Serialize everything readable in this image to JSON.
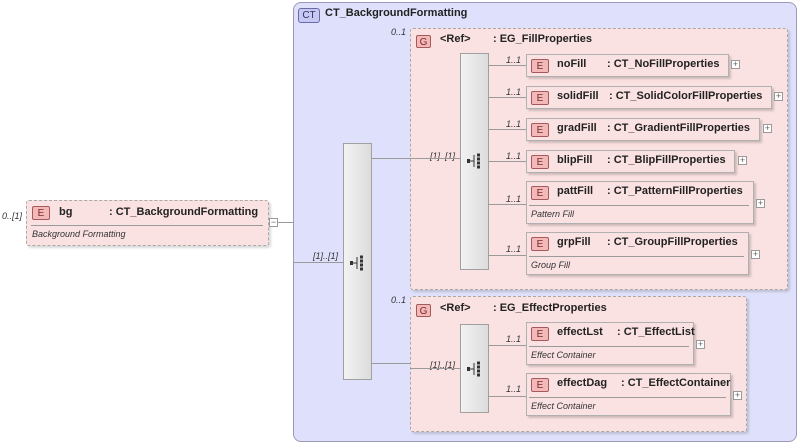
{
  "root": {
    "badge": "E",
    "name": "bg",
    "type": ": CT_BackgroundFormatting",
    "description": "Background Formatting",
    "multiplicity": "0..[1]",
    "expander": "−"
  },
  "complex_type": {
    "badge": "CT",
    "title": "CT_BackgroundFormatting",
    "sequence_multiplicity": "[1]..[1]"
  },
  "fill_group": {
    "badge": "G",
    "ref": "<Ref>",
    "name": ": EG_FillProperties",
    "multiplicity": "0..1",
    "sequence_multiplicity": "[1]..[1]",
    "elements": [
      {
        "badge": "E",
        "name": "noFill",
        "type": ": CT_NoFillProperties",
        "multiplicity": "1..1",
        "description": "",
        "expander": "+"
      },
      {
        "badge": "E",
        "name": "solidFill",
        "type": ": CT_SolidColorFillProperties",
        "multiplicity": "1..1",
        "description": "",
        "expander": "+"
      },
      {
        "badge": "E",
        "name": "gradFill",
        "type": ": CT_GradientFillProperties",
        "multiplicity": "1..1",
        "description": "",
        "expander": "+"
      },
      {
        "badge": "E",
        "name": "blipFill",
        "type": ": CT_BlipFillProperties",
        "multiplicity": "1..1",
        "description": "",
        "expander": "+"
      },
      {
        "badge": "E",
        "name": "pattFill",
        "type": ": CT_PatternFillProperties",
        "multiplicity": "1..1",
        "description": "Pattern Fill",
        "expander": "+"
      },
      {
        "badge": "E",
        "name": "grpFill",
        "type": ": CT_GroupFillProperties",
        "multiplicity": "1..1",
        "description": "Group Fill",
        "expander": "+"
      }
    ]
  },
  "effect_group": {
    "badge": "G",
    "ref": "<Ref>",
    "name": ": EG_EffectProperties",
    "multiplicity": "0..1",
    "sequence_multiplicity": "[1]..[1]",
    "elements": [
      {
        "badge": "E",
        "name": "effectLst",
        "type": ": CT_EffectList",
        "multiplicity": "1..1",
        "description": "Effect Container",
        "expander": "+"
      },
      {
        "badge": "E",
        "name": "effectDag",
        "type": ": CT_EffectContainer",
        "multiplicity": "1..1",
        "description": "Effect Container",
        "expander": "+"
      }
    ]
  },
  "colors": {
    "complex_type_bg": "#dfe0fb",
    "element_bg": "#fbe2e2",
    "badge_bg": "#f3b9b9"
  }
}
